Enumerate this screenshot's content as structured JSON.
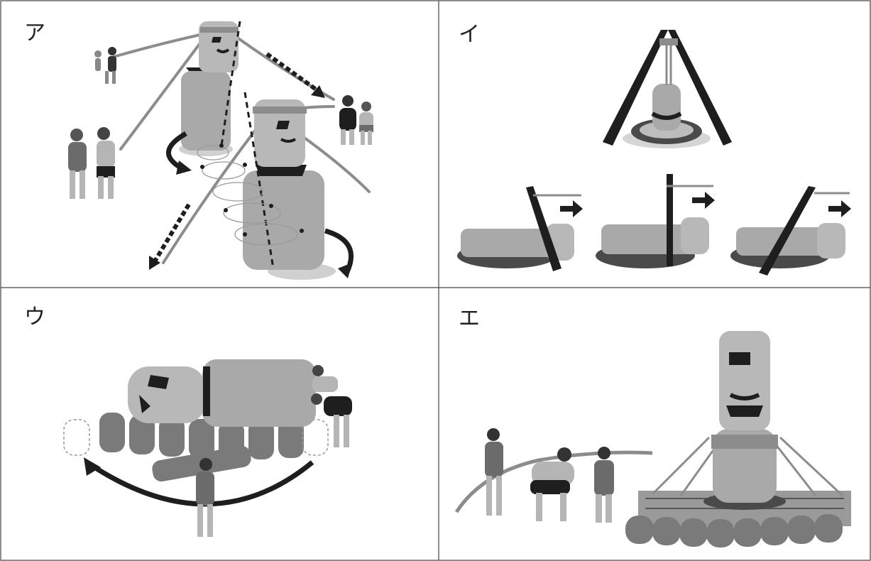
{
  "panels": [
    {
      "label": "ア"
    },
    {
      "label": "イ"
    },
    {
      "label": "ウ"
    },
    {
      "label": "エ"
    }
  ],
  "colors": {
    "border": "#444444",
    "stone": "#a9a9a9",
    "stone_light": "#c4c4c4",
    "dark": "#1e1e1e",
    "rope": "#8c8c8c",
    "skin": "#b5b5b5"
  },
  "icons": [
    "moai-statue",
    "rope",
    "log-roller",
    "wooden-sledge",
    "a-frame",
    "walking-motion-arrow",
    "pull-direction-arrow",
    "rotation-arrow"
  ]
}
